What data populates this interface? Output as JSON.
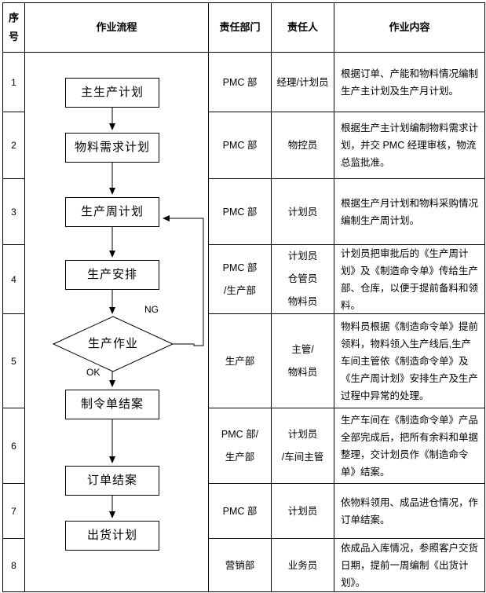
{
  "colors": {
    "border": "#000000",
    "text": "#000000",
    "background": "#ffffff"
  },
  "table": {
    "headers": {
      "col1": "序\n号",
      "col2": "作业流程",
      "col3": "责任部门",
      "col4": "责任人",
      "col5": "作业内容"
    },
    "rows": [
      {
        "no": "1",
        "dept": "PMC 部",
        "person": "经理/计划员",
        "content": "根据订单、产能和物料情况编制生产主计划及生产月计划。"
      },
      {
        "no": "2",
        "dept": "PMC 部",
        "person": "物控员",
        "content": "根据生产主计划编制物料需求计划，并交 PMC 经理审核，物流总监批准。"
      },
      {
        "no": "3",
        "dept": "PMC 部",
        "person": "计划员",
        "content": "根据生产月计划和物料采购情况编制生产周计划。"
      },
      {
        "no": "4",
        "dept": "PMC 部\n/生产部",
        "person": "计划员\n仓管员\n物料员",
        "content": "计划员把审批后的《生产周计划》及《制造命令单》传给生产部、仓库，以便于提前备料和领料。"
      },
      {
        "no": "5",
        "dept": "生产部",
        "person": "主管/\n物料员",
        "content": "物料员根据《制造命令单》提前领料，物料领入生产线后,生产车间主管依《制造命令单》及《生产周计划》安排生产及生产过程中异常的处理。"
      },
      {
        "no": "6",
        "dept": "PMC 部/\n生产部",
        "person": "计划员\n/车间主管",
        "content": "生产车间在《制造命令单》产品全部完成后，把所有余料和单据整理，交计划员作《制造命令单》结案。"
      },
      {
        "no": "7",
        "dept": "PMC 部",
        "person": "计划员",
        "content": "依物料领用、成品进仓情况，作订单结案。"
      },
      {
        "no": "8",
        "dept": "营销部",
        "person": "业务员",
        "content": "依成品入库情况，参照客户交货日期，提前一周编制《出货计划》。"
      }
    ]
  },
  "flowchart": {
    "nodes": [
      {
        "id": "master-plan",
        "shape": "rect",
        "label": "主生产计划"
      },
      {
        "id": "material-requirement-plan",
        "shape": "rect",
        "label": "物料需求计划"
      },
      {
        "id": "weekly-production-plan",
        "shape": "rect",
        "label": "生产周计划"
      },
      {
        "id": "production-arrangement",
        "shape": "rect",
        "label": "生产安排"
      },
      {
        "id": "production-operation",
        "shape": "diamond",
        "label": "生产作业"
      },
      {
        "id": "mo-closing",
        "shape": "rect",
        "label": "制令单结案"
      },
      {
        "id": "order-closing",
        "shape": "rect",
        "label": "订单结案"
      },
      {
        "id": "shipment-plan",
        "shape": "rect",
        "label": "出货计划"
      }
    ],
    "labels": {
      "ng": "NG",
      "ok": "OK"
    }
  }
}
